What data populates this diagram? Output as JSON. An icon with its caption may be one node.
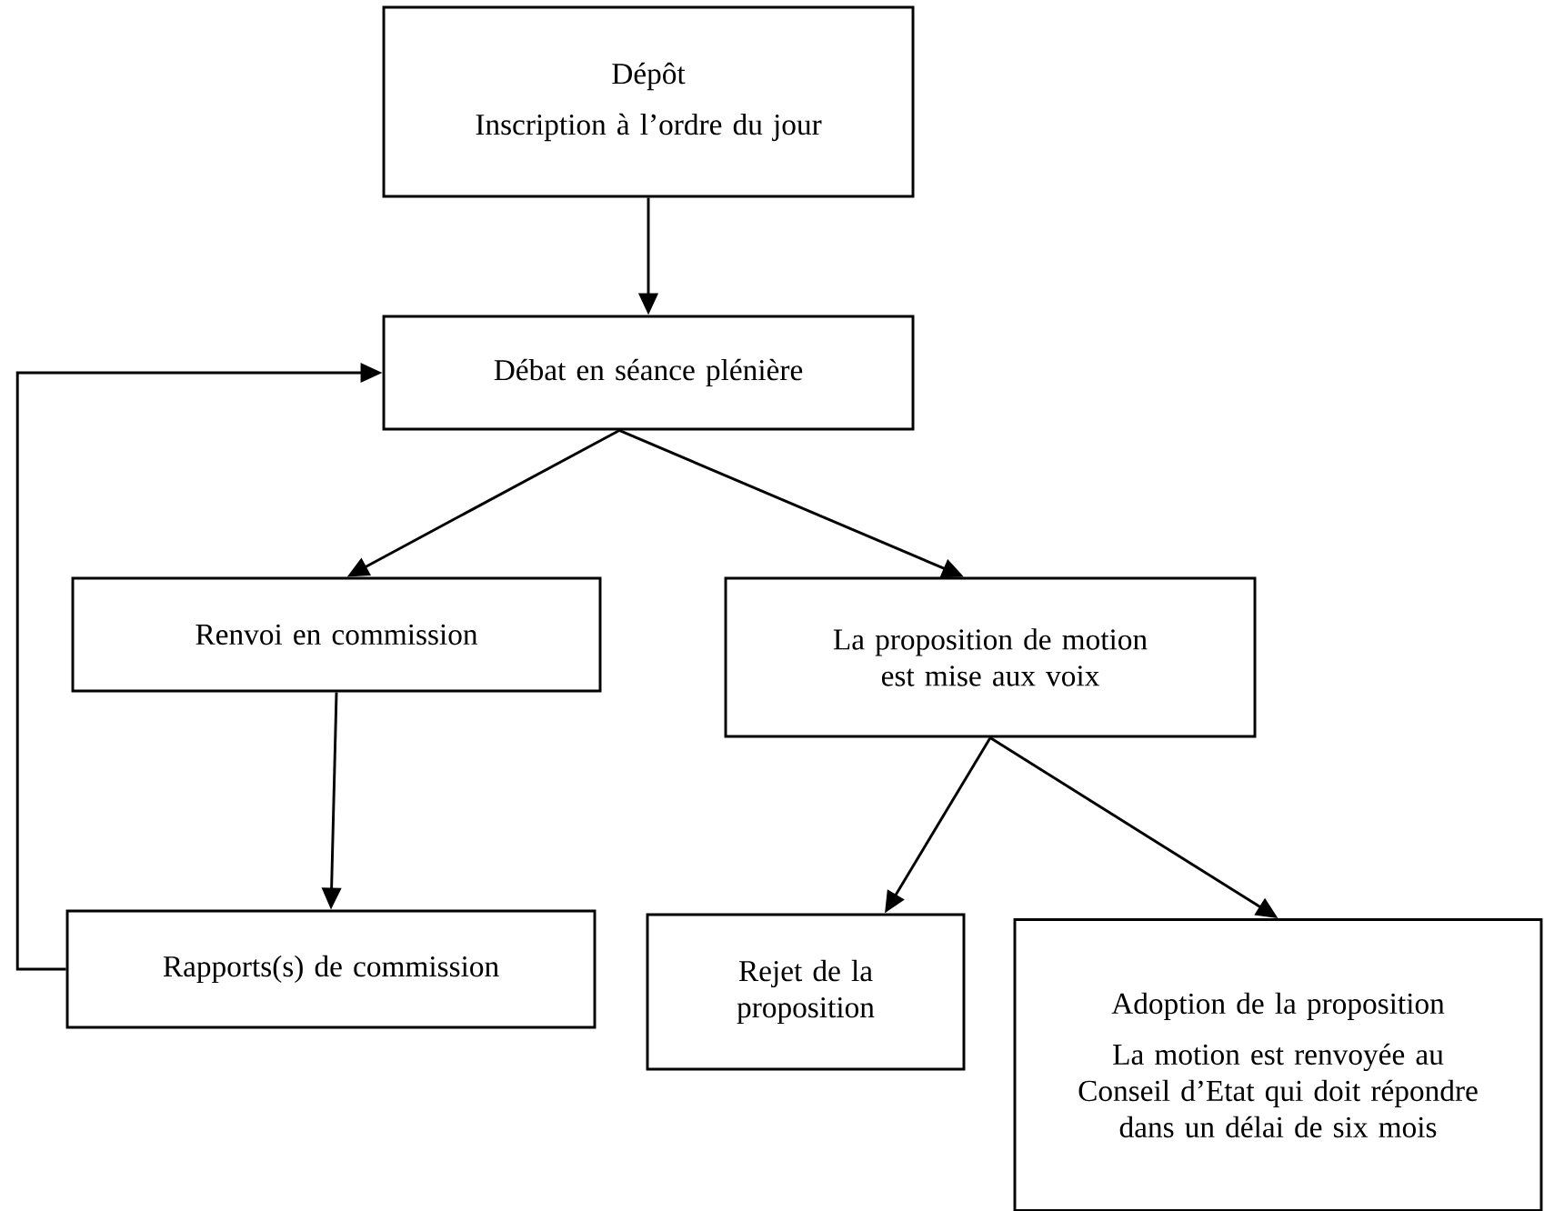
{
  "diagram": {
    "nodes": [
      {
        "text": [
          "Dépôt",
          "Inscription à l’ordre du jour"
        ]
      },
      {
        "text": [
          "Débat en séance plénière"
        ]
      },
      {
        "text": [
          "Renvoi en commission"
        ]
      },
      {
        "text": [
          "La proposition de motion est mise aux voix"
        ]
      },
      {
        "text": [
          "Rapports(s) de commission"
        ]
      },
      {
        "text": [
          "Rejet de la proposition"
        ]
      },
      {
        "text": [
          "Adoption de la proposition",
          "La motion est renvoyée au Conseil d’Etat qui doit répondre dans un délai de six mois"
        ]
      }
    ],
    "edges": [
      {
        "from": 0,
        "to": 1,
        "arrow": "to"
      },
      {
        "from": 1,
        "to": 2,
        "arrow": "to"
      },
      {
        "from": 1,
        "to": 3,
        "arrow": "to"
      },
      {
        "from": 2,
        "to": 4,
        "arrow": "to"
      },
      {
        "from": 3,
        "to": 5,
        "arrow": "to"
      },
      {
        "from": 3,
        "to": 6,
        "arrow": "to"
      },
      {
        "from": 4,
        "to": 1,
        "arrow": "to"
      }
    ]
  }
}
